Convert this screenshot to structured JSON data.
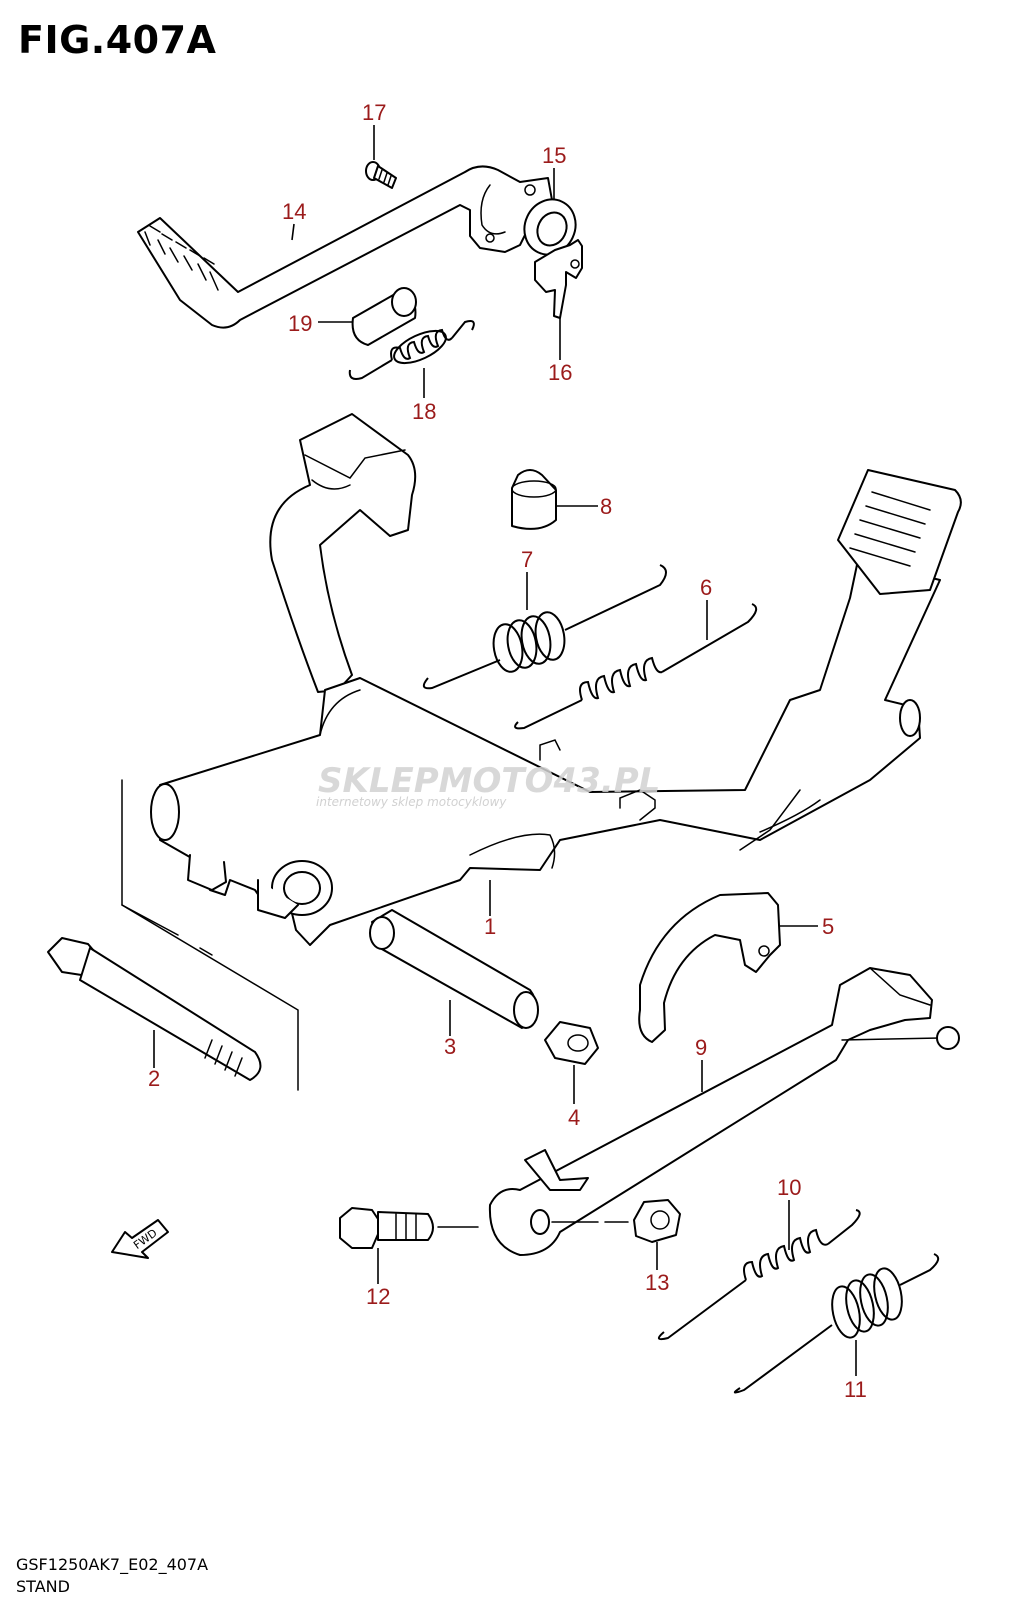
{
  "title": "FIG.407A",
  "footer": {
    "code": "GSF1250AK7_E02_407A",
    "name": "STAND"
  },
  "watermark": {
    "brand": "SKLEPMOTO43.PL",
    "tagline": "internetowy sklep motocyklowy"
  },
  "direction_marker": "FWD",
  "colors": {
    "callout": "#9b1b1b",
    "line": "#000000",
    "watermark": "#c9c9c9",
    "watermark_accent": "#e86b6b"
  },
  "callouts": {
    "c1": "1",
    "c2": "2",
    "c3": "3",
    "c4": "4",
    "c5": "5",
    "c6": "6",
    "c7": "7",
    "c8": "8",
    "c9": "9",
    "c10": "10",
    "c11": "11",
    "c12": "12",
    "c13": "13",
    "c14": "14",
    "c15": "15",
    "c16": "16",
    "c17": "17",
    "c18": "18",
    "c19": "19"
  }
}
